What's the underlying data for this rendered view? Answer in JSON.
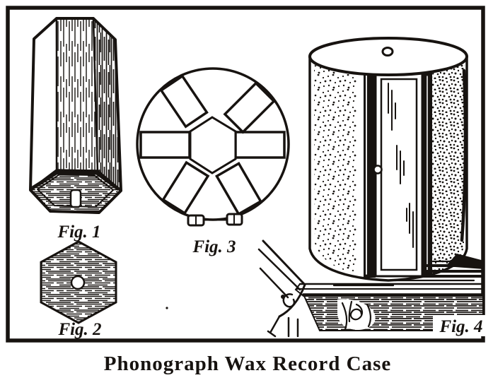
{
  "colors": {
    "ink": "#171310",
    "paper": "#ffffff"
  },
  "plate": {
    "caption": "Phonograph Wax Record Case"
  },
  "figures": [
    {
      "label": "Fig. 1"
    },
    {
      "label": "Fig. 2"
    },
    {
      "label": "Fig. 3"
    },
    {
      "label": "Fig. 4"
    }
  ]
}
